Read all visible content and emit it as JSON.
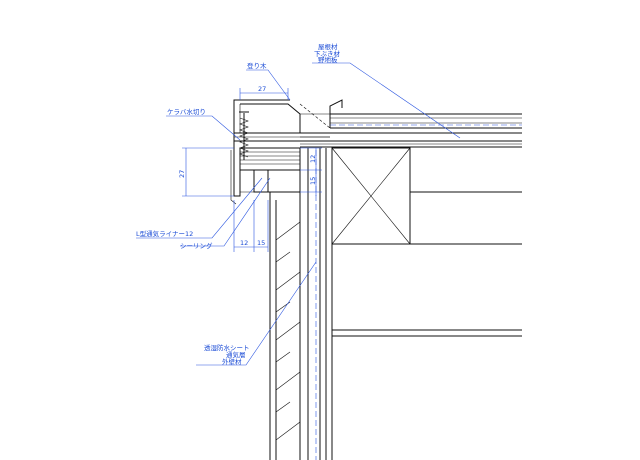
{
  "labels": {
    "roof_line1": "屋根材",
    "roof_line2": "下ぶき材",
    "roof_line3": "野地板",
    "nobori": "登り木",
    "keraba": "ケラバ水切り",
    "l_liner": "L型通気ライナー12",
    "sealing": "シーリング",
    "sheet_line1": "透湿防水シート",
    "sheet_line2": "通気層",
    "sheet_line3": "外壁材"
  },
  "dimensions": {
    "top_27": "27",
    "left_27": "27",
    "right_12": "12",
    "right_15": "15",
    "bottom_12": "12",
    "bottom_15": "15"
  },
  "colors": {
    "line": "#111111",
    "annotation": "#1a4bd6"
  }
}
